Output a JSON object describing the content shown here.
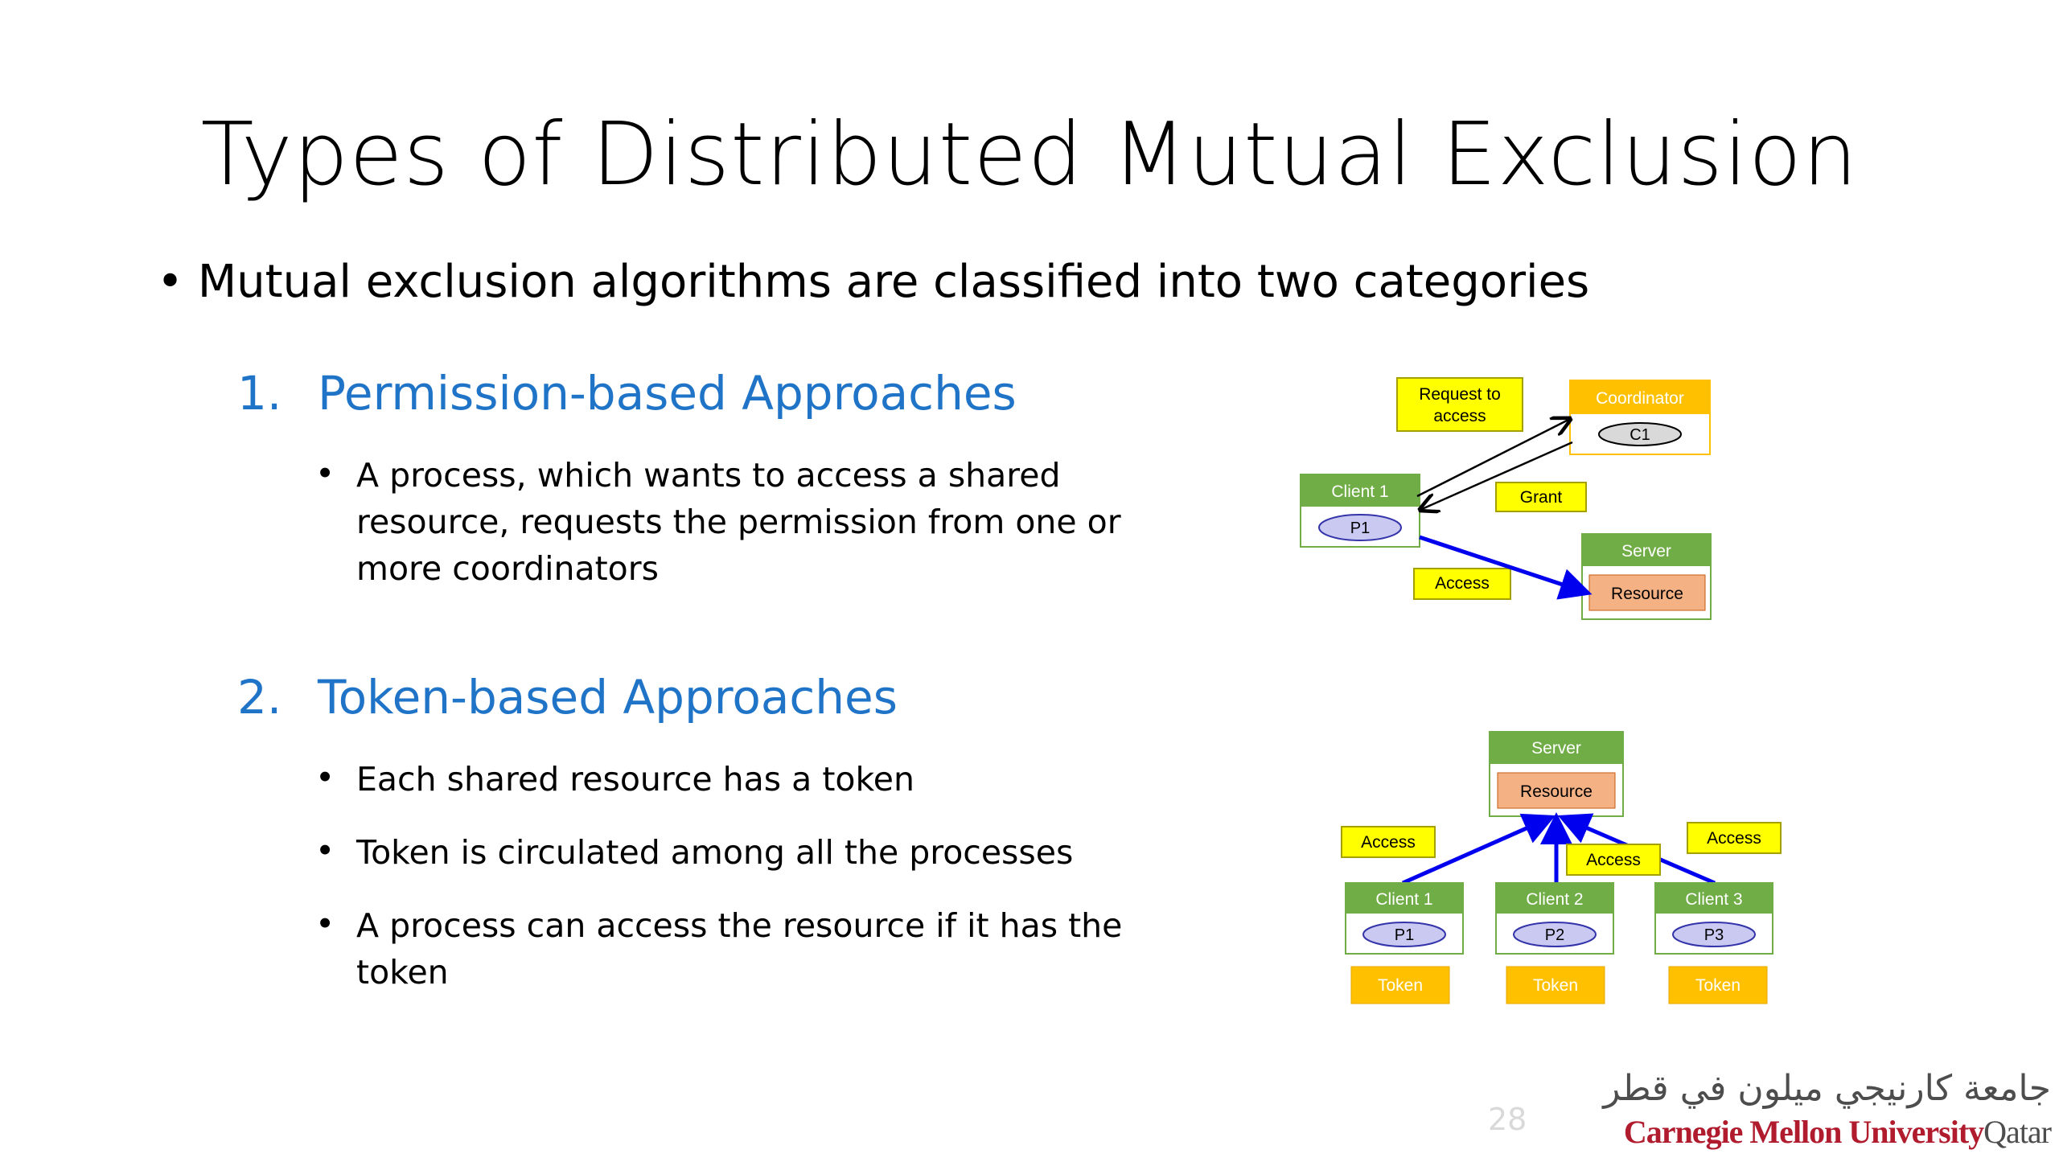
{
  "title": "Types of Distributed Mutual Exclusion",
  "intro": "Mutual exclusion algorithms are classified into two categories",
  "sections": [
    {
      "number": "1.",
      "heading": "Permission-based Approaches",
      "bullets": [
        "A process, which wants to access a shared resource, requests the permission from one or more coordinators"
      ],
      "bullet_lines": [
        [
          "A process, which wants to access a shared",
          "resource, requests the permission from one or",
          "more coordinators"
        ]
      ]
    },
    {
      "number": "2.",
      "heading": "Token-based Approaches",
      "bullets": [
        "Each shared resource has a token",
        "Token is circulated among all the processes",
        "A process can access the resource if it has the token"
      ],
      "bullet_lines": [
        [
          "Each shared resource has a token"
        ],
        [
          "Token is circulated among all the processes"
        ],
        [
          "A process can access the resource if it has the",
          "token"
        ]
      ]
    }
  ],
  "diagram1": {
    "request_label": [
      "Request to",
      "access"
    ],
    "coordinator": "Coordinator",
    "c1": "C1",
    "client": "Client 1",
    "p1": "P1",
    "grant": "Grant",
    "server": "Server",
    "resource": "Resource",
    "access": "Access"
  },
  "diagram2": {
    "server": "Server",
    "resource": "Resource",
    "access_labels": [
      "Access",
      "Access",
      "Access"
    ],
    "clients": [
      "Client 1",
      "Client 2",
      "Client 3"
    ],
    "processes": [
      "P1",
      "P2",
      "P3"
    ],
    "token": "Token"
  },
  "slide_number": "28",
  "logo": {
    "arabic": "جامعة كارنيجي ميلون في قطر",
    "english_1": "Carnegie Mellon University",
    "english_2": "Qatar"
  },
  "colors": {
    "heading_blue": "#1f74c7",
    "green": "#70ad47",
    "yellow": "#ffff00",
    "orange": "#ffc000",
    "salmon": "#f4b183",
    "arrow_blue": "#0000ee",
    "logo_red": "#b01c2e"
  }
}
